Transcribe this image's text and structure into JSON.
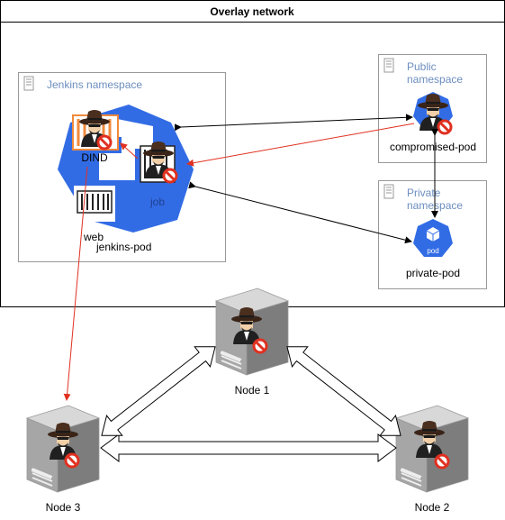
{
  "overlay": {
    "title": "Overlay network"
  },
  "namespaces": {
    "jenkins": {
      "label": "Jenkins namespace"
    },
    "public": {
      "label_line1": "Public",
      "label_line2": "namespace"
    },
    "private": {
      "label_line1": "Private",
      "label_line2": "namespace"
    }
  },
  "pods": {
    "jenkins": {
      "label": "jenkins-pod",
      "dind_label": "DIND",
      "job_label": "job",
      "web_label": "web"
    },
    "compromised": {
      "label": "compromised-pod"
    },
    "private": {
      "label": "private-pod",
      "badge": "pod"
    }
  },
  "nodes": [
    {
      "label": "Node 1"
    },
    {
      "label": "Node 2"
    },
    {
      "label": "Node 3"
    }
  ],
  "colors": {
    "k8s_blue": "#326ce5",
    "attack_red": "#e03020",
    "ns_border": "#999999",
    "ns_text": "#6c8ebf",
    "dind_orange": "#f08a3c"
  }
}
